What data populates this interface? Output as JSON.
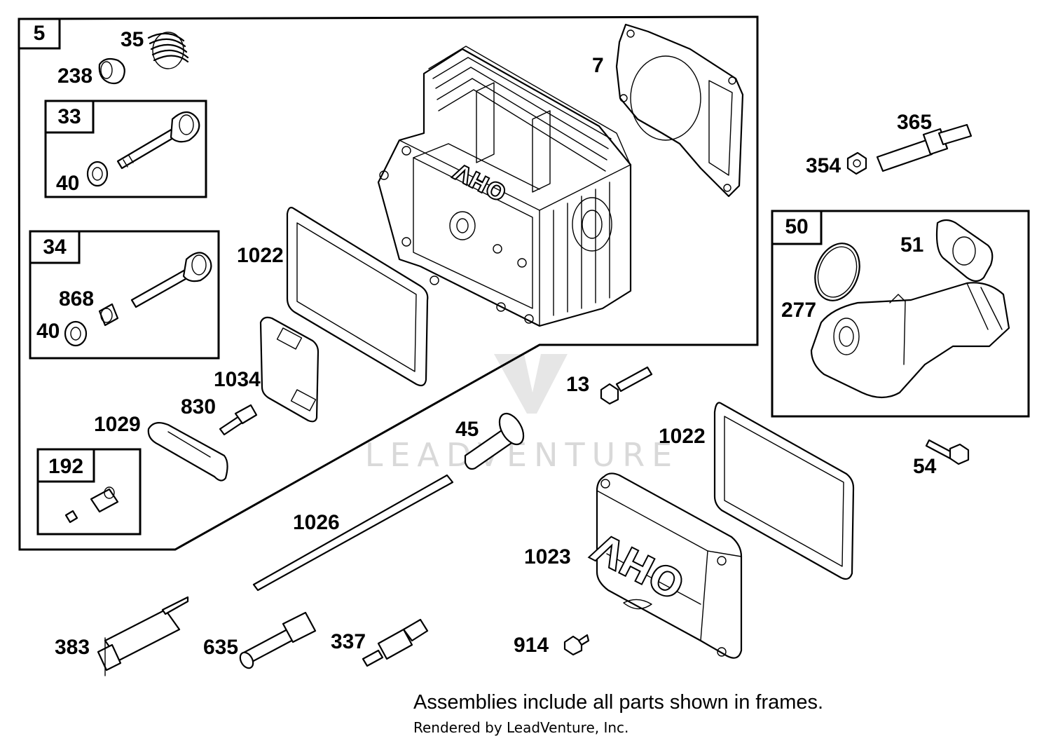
{
  "watermark": "LEADVENTURE",
  "frames": [
    {
      "id": "frame-5",
      "number": "5"
    },
    {
      "id": "frame-33",
      "number": "33"
    },
    {
      "id": "frame-34",
      "number": "34"
    },
    {
      "id": "frame-192",
      "number": "192"
    },
    {
      "id": "frame-50",
      "number": "50"
    }
  ],
  "callouts": {
    "p35": "35",
    "p238": "238",
    "p40a": "40",
    "p868": "868",
    "p40b": "40",
    "p7": "7",
    "p1022a": "1022",
    "p1034": "1034",
    "p830": "830",
    "p1029": "1029",
    "p365": "365",
    "p354": "354",
    "p51": "51",
    "p277": "277",
    "p13": "13",
    "p45": "45",
    "p1022b": "1022",
    "p54": "54",
    "p1026": "1026",
    "p1023": "1023",
    "p383": "383",
    "p635": "635",
    "p337": "337",
    "p914": "914"
  },
  "embossing": {
    "head": "OHV",
    "cover": "OHV"
  },
  "footnote": {
    "main": "Assemblies include all parts shown in frames.",
    "credit": "Rendered by LeadVenture, Inc."
  }
}
